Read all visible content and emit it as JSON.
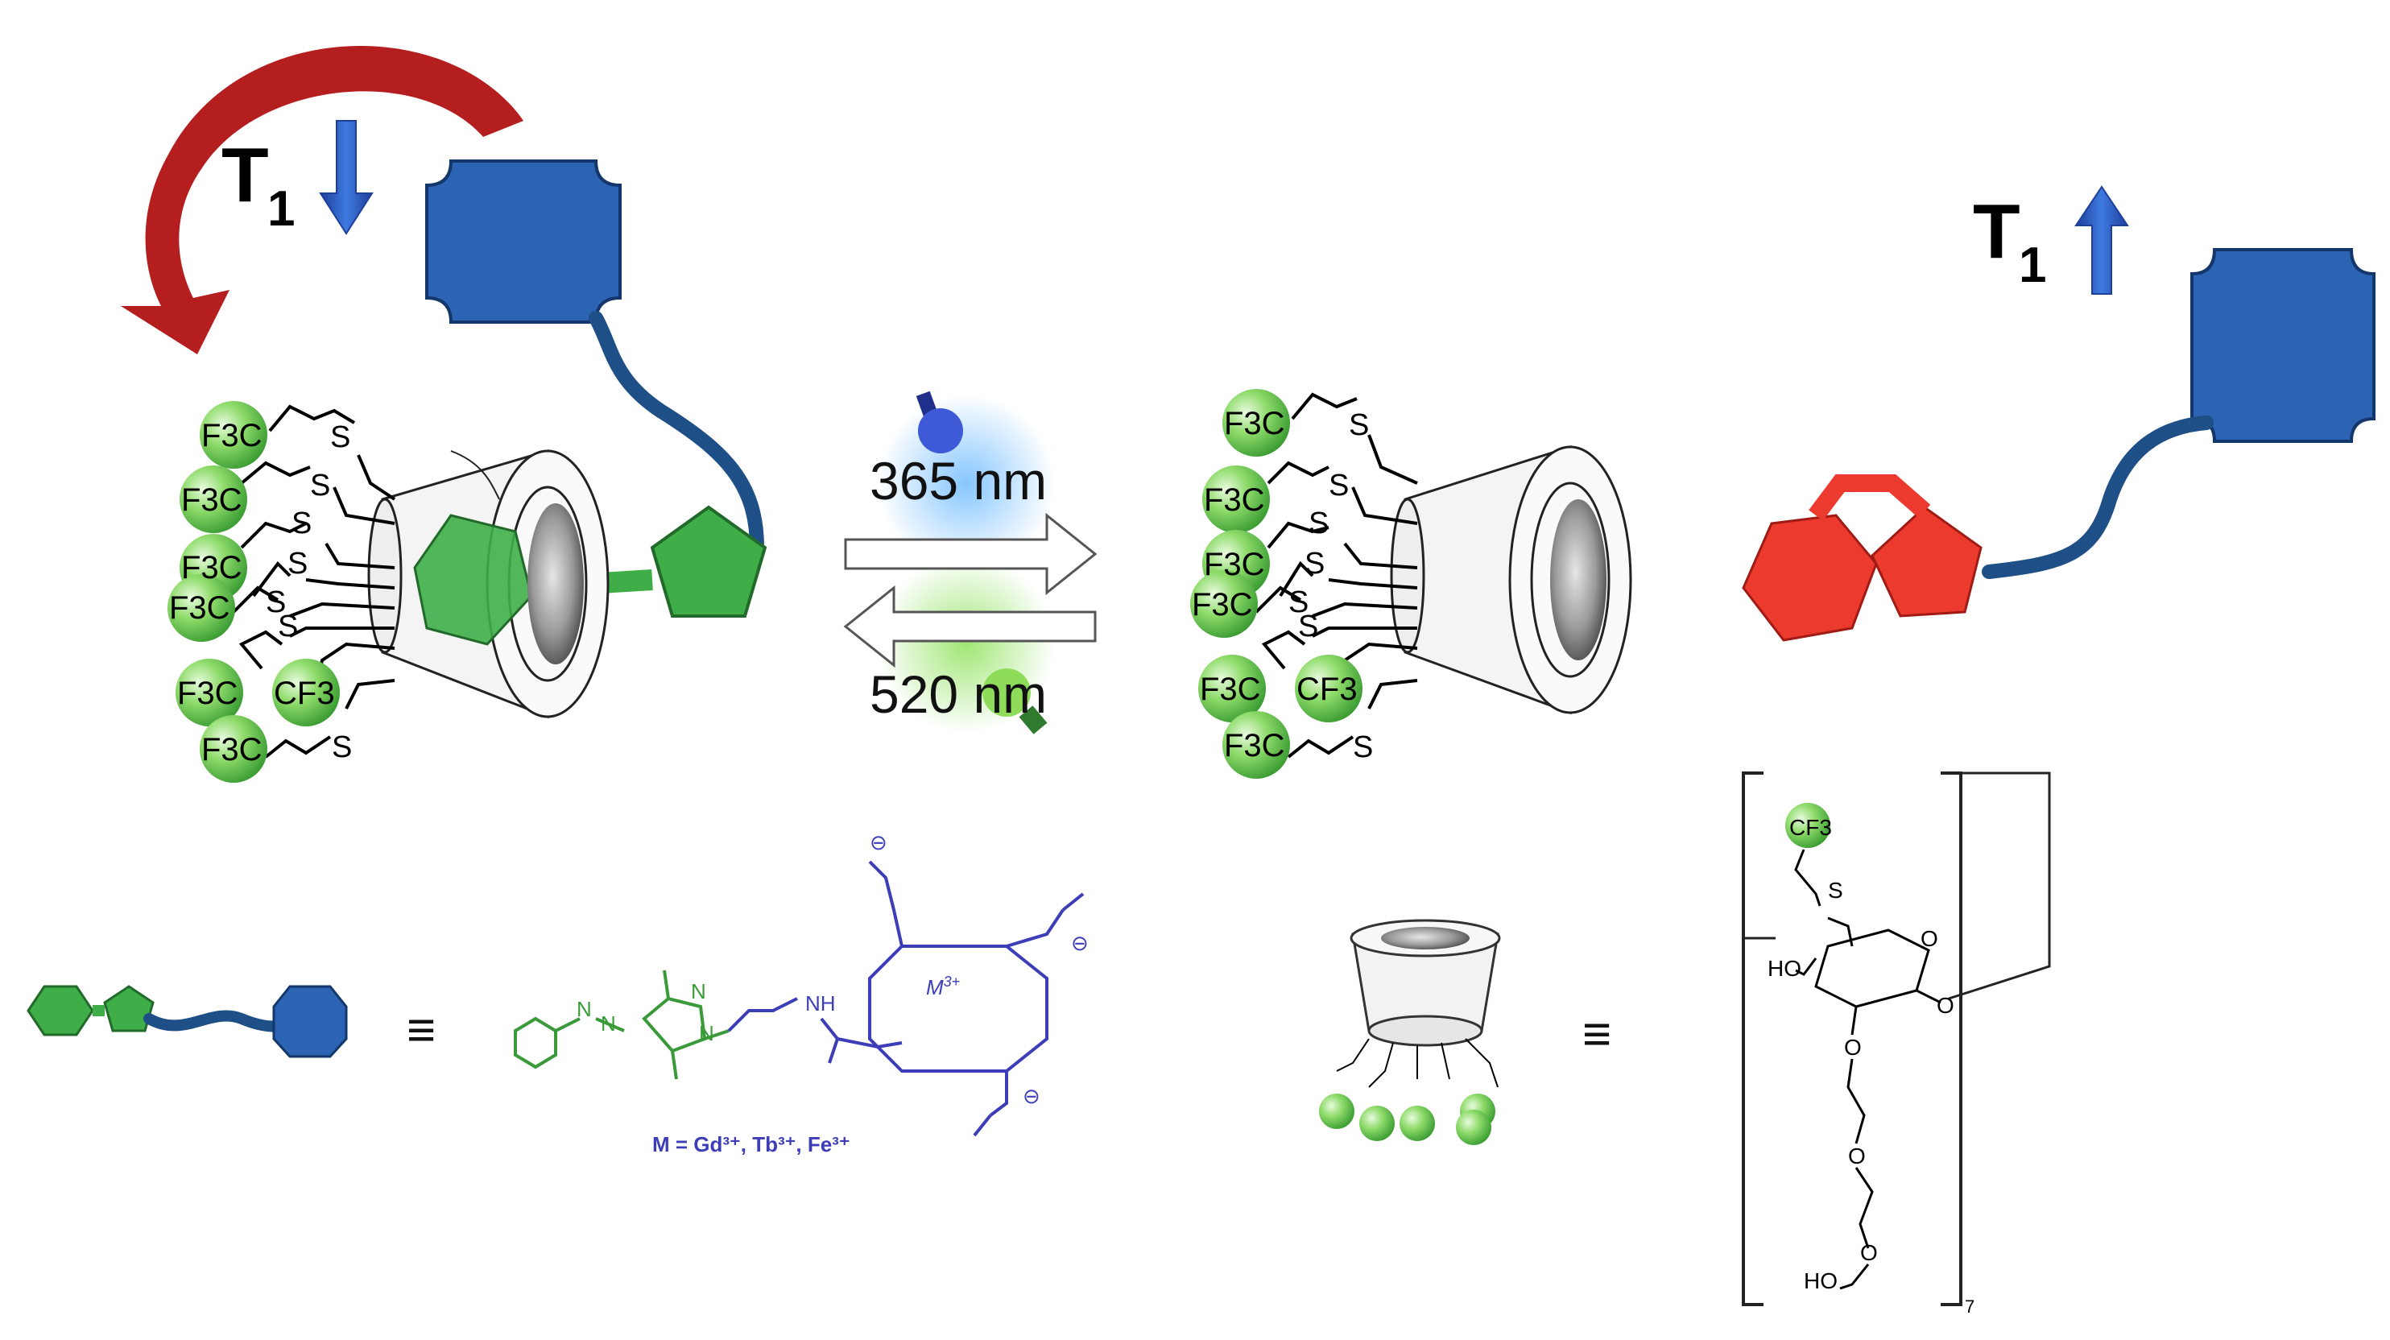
{
  "left_state": {
    "t1_symbol": "T",
    "t1_subscript": "1",
    "t1_arrow": "down",
    "chain_labels": [
      "F3C",
      "F3C",
      "F3C",
      "F3C",
      "F3C",
      "CF3",
      "F3C"
    ],
    "sulfur_label": "S"
  },
  "right_state": {
    "t1_symbol": "T",
    "t1_subscript": "1",
    "t1_arrow": "up",
    "chain_labels": [
      "F3C",
      "F3C",
      "F3C",
      "F3C",
      "F3C",
      "CF3",
      "F3C"
    ],
    "sulfur_label": "S"
  },
  "switch": {
    "forward": {
      "wavelength": "365 nm",
      "light_color": "#3b6fe0"
    },
    "reverse": {
      "wavelength": "520 nm",
      "light_color": "#4cc24c"
    }
  },
  "legend": {
    "equiv_symbol": "≡",
    "metal_site": "M",
    "metal_charge": "3+",
    "metal_caption": "M = Gd³⁺, Tb³⁺, Fe³⁺",
    "nh": "NH",
    "o_minus": "⊖",
    "cf3": "CF3",
    "ho": "HO",
    "o": "O",
    "repeat_subscript": "7"
  },
  "colors": {
    "blue_block": "#2c63b3",
    "linker": "#1e4f86",
    "green_azo": "#3fae49",
    "red_azo": "#ec3a2e",
    "curved_arrow": "#b51e1e",
    "chelate_blue": "#3c3db7",
    "azobenzene_green": "#3a9a3a"
  }
}
